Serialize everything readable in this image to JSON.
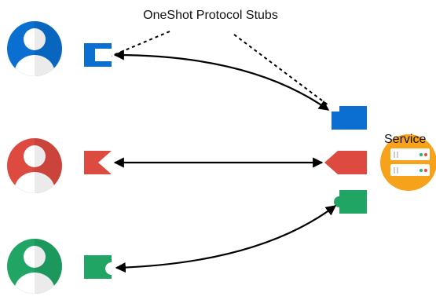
{
  "diagram": {
    "title": "OneShot Protocol Stubs",
    "service_label": "Service",
    "clients": [
      {
        "name": "client-blue",
        "color": "#0a6fd0"
      },
      {
        "name": "client-red",
        "color": "#dc4a40"
      },
      {
        "name": "client-green",
        "color": "#20a565"
      }
    ],
    "service_color": "#f7a21b",
    "server_accent_colors": [
      "#2ab36a",
      "#e24a3b"
    ]
  }
}
